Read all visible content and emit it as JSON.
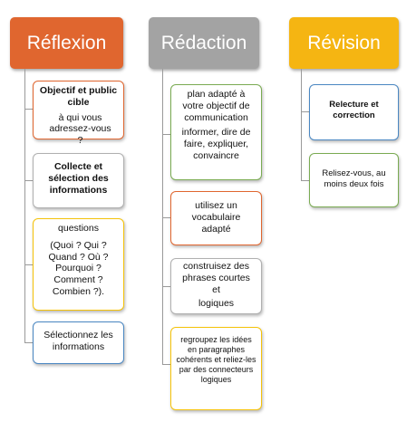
{
  "columns": {
    "reflexion": {
      "title": "Réflexion",
      "cards": [
        {
          "title": "Objectif et public cible",
          "body": "à qui vous adressez-vous ?"
        },
        {
          "title": "Collecte et sélection des informations"
        },
        {
          "title": "questions",
          "body": "(Quoi ? Qui ? Quand ? Où ? Pourquoi ? Comment ? Combien ?)."
        },
        {
          "title": "Sélectionnez les informations"
        }
      ]
    },
    "redaction": {
      "title": "Rédaction",
      "cards": [
        {
          "title": "plan adapté à votre objectif de communication",
          "body": "informer, dire de faire, expliquer, convaincre"
        },
        {
          "title": "utilisez un vocabulaire adapté"
        },
        {
          "title": "construisez des phrases courtes et",
          "body": "logiques"
        },
        {
          "title": "regroupez les idées en paragraphes cohérents et reliez-les par des connecteurs logiques"
        }
      ]
    },
    "revision": {
      "title": "Révision",
      "cards": [
        {
          "title": "Relecture et correction"
        },
        {
          "title": "Relisez-vous, au moins deux fois"
        }
      ]
    }
  },
  "colors": {
    "reflexion": "#e0662f",
    "redaction": "#a3a3a3",
    "revision": "#f5b512",
    "connector": "#9a9a9a"
  }
}
